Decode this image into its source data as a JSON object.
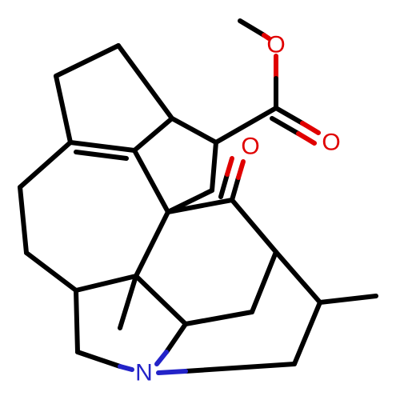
{
  "atoms": {
    "ester_oxygen": {
      "symbol": "O",
      "color": "#e00000"
    },
    "carbonyl_oxygen_ester": {
      "symbol": "O",
      "color": "#e00000"
    },
    "ketone_oxygen": {
      "symbol": "O",
      "color": "#e00000"
    },
    "amine_nitrogen": {
      "symbol": "N",
      "color": "#2323c8"
    }
  },
  "colors": {
    "bond": "#000000",
    "oxygen": "#e00000",
    "nitrogen": "#2323c8",
    "background": "#ffffff"
  }
}
